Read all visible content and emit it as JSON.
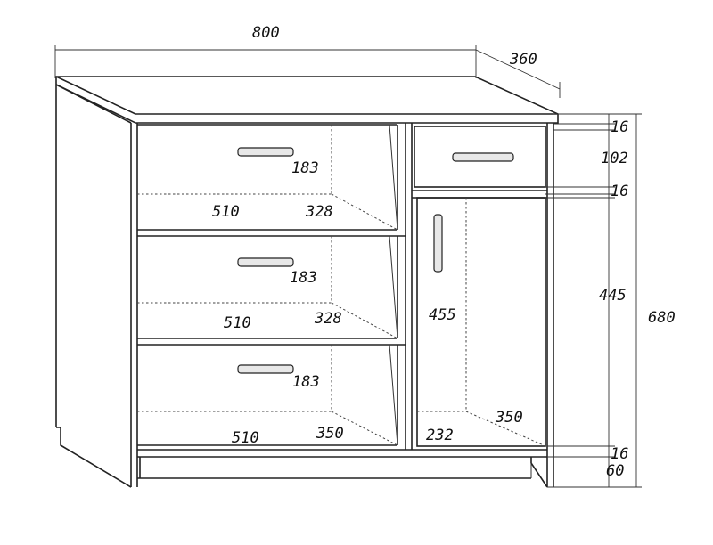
{
  "dimensions": {
    "overall_width": "800",
    "overall_depth": "360",
    "overall_height": "680",
    "top_thickness": "16",
    "small_drawer_height": "102",
    "shelf_thickness": "16",
    "door_height": "445",
    "bottom_panel": "16",
    "plinth_height": "60"
  },
  "drawers": [
    {
      "height": "183",
      "width": "510",
      "depth": "328"
    },
    {
      "height": "183",
      "width": "510",
      "depth": "328"
    },
    {
      "height": "183",
      "width": "510",
      "depth": "350"
    }
  ],
  "door_compartment": {
    "height": "455",
    "width": "232",
    "depth": "350"
  }
}
